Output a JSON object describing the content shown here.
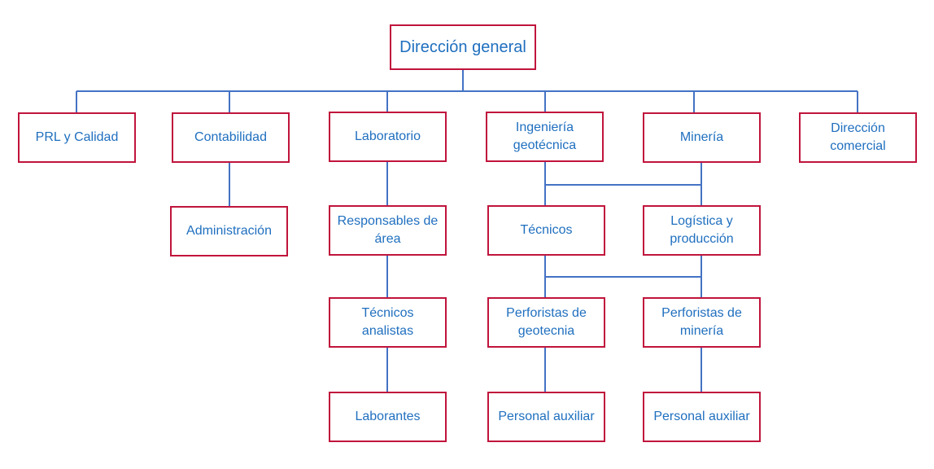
{
  "colors": {
    "line": "#4472C4",
    "box_border": "#C0143C",
    "text": "#1F6FBF",
    "background": "#ffffff"
  },
  "nodes": {
    "direccion_general": "Dirección general",
    "prl_calidad": "PRL y Calidad",
    "contabilidad": "Contabilidad",
    "laboratorio": "Laboratorio",
    "ingenieria_geotecnica": "Ingeniería geotécnica",
    "mineria": "Minería",
    "direccion_comercial": "Dirección comercial",
    "administracion": "Administración",
    "responsables_area": "Responsables de área",
    "tecnicos": "Técnicos",
    "logistica_produccion": "Logística y producción",
    "tecnicos_analistas": "Técnicos analistas",
    "perforistas_geotecnia": "Perforistas de geotecnia",
    "perforistas_mineria": "Perforistas de minería",
    "laborantes": "Laborantes",
    "personal_auxiliar_geotecnia": "Personal auxiliar",
    "personal_auxiliar_mineria": "Personal auxiliar"
  }
}
